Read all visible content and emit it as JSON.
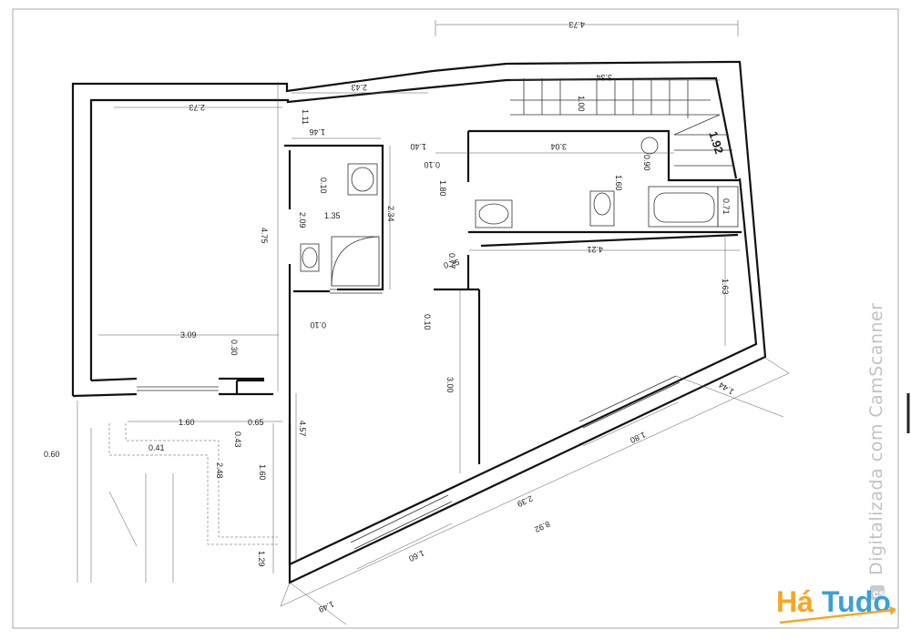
{
  "dimensions": {
    "d473": "4.73",
    "d334": "3.34",
    "d100": "1.00",
    "d192": "1.92",
    "d243": "2.43",
    "d273": "2.73",
    "d111": "1.11",
    "d146": "1.46",
    "d140": "1.40",
    "d304": "3.04",
    "d010a": "0.10",
    "d090": "0.90",
    "d010b": "0.10",
    "d180": "1.80",
    "d160a": "1.60",
    "d071": "0.71",
    "d135": "1.35",
    "d209": "2.09",
    "d234": "2.34",
    "d475": "4.75",
    "d421": "4.21",
    "d077": "0.77",
    "d025": "0.25",
    "d010c": "0.10",
    "d010d": "0.10",
    "d163": "1.63",
    "d309": "3.09",
    "d030": "0.30",
    "d300": "3.00",
    "d144": "1.44",
    "d160b": "1.60",
    "d065": "0.65",
    "d043": "0.43",
    "d457": "4.57",
    "d180b": "1.80",
    "d060": "0.60",
    "d041": "0.41",
    "d248": "2.48",
    "d160c": "1.60",
    "d239": "2.39",
    "d892": "8.92",
    "d160d": "1.60",
    "d129": "1.29",
    "d149": "1.49"
  },
  "watermark": "Digitalizada com CamScanner",
  "logo": {
    "text_a": "Há",
    "text_b": "Tudo",
    "color_a": "#f5a623",
    "color_b": "#3aa0d8"
  }
}
